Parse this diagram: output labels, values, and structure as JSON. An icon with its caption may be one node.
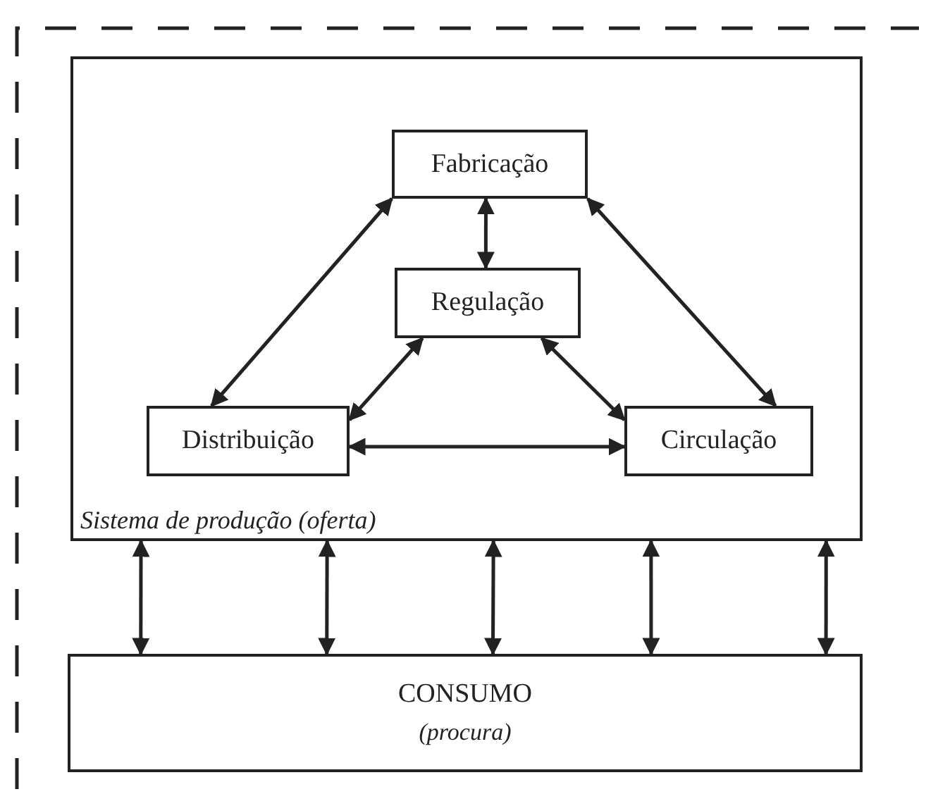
{
  "diagram": {
    "nodes": [
      {
        "text": [
          "Sistema de produção (oferta)"
        ]
      },
      {
        "text": [
          "Fabricação"
        ],
        "in": 0
      },
      {
        "text": [
          "Regulação"
        ],
        "in": 0
      },
      {
        "text": [
          "Distribuição"
        ],
        "in": 0
      },
      {
        "text": [
          "Circulação"
        ],
        "in": 0
      },
      {
        "text": [
          "CONSUMO",
          "(procura)"
        ]
      }
    ],
    "edges": [
      {
        "from": 1,
        "to": 2,
        "arrow": "both"
      },
      {
        "from": 3,
        "to": 1,
        "arrow": "both"
      },
      {
        "from": 1,
        "to": 4,
        "arrow": "both"
      },
      {
        "from": 2,
        "to": 3,
        "arrow": "both"
      },
      {
        "from": 2,
        "to": 4,
        "arrow": "both"
      },
      {
        "from": 3,
        "to": 4,
        "arrow": "both"
      },
      {
        "from": 0,
        "to": 5,
        "arrow": "both"
      },
      {
        "from": 0,
        "to": 5,
        "arrow": "both"
      },
      {
        "from": 0,
        "to": 5,
        "arrow": "both"
      },
      {
        "from": 0,
        "to": 5,
        "arrow": "both"
      },
      {
        "from": 0,
        "to": 5,
        "arrow": "both"
      }
    ]
  }
}
